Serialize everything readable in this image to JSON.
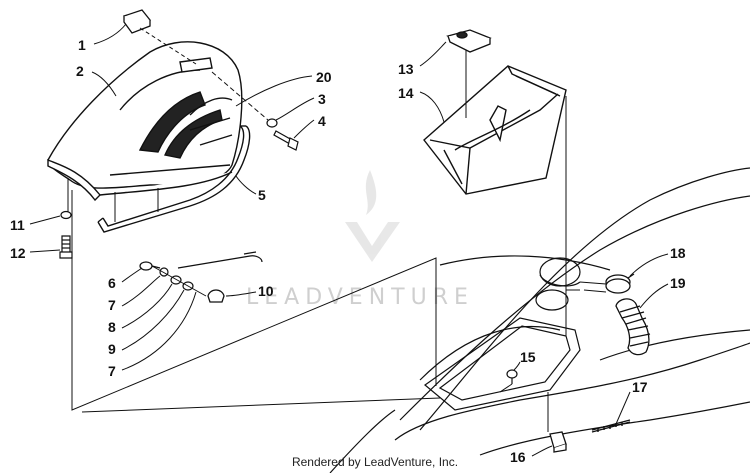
{
  "labels": {
    "l1": "1",
    "l2": "2",
    "l3": "3",
    "l4": "4",
    "l5": "5",
    "l6": "6",
    "l7a": "7",
    "l7b": "7",
    "l8": "8",
    "l9": "9",
    "l10": "10",
    "l11": "11",
    "l12": "12",
    "l13": "13",
    "l14": "14",
    "l15": "15",
    "l16": "16",
    "l17": "17",
    "l18": "18",
    "l19": "19",
    "l20": "20"
  },
  "watermark": {
    "text": "LEADVENTURE"
  },
  "footer": {
    "text": "Rendered by LeadVenture, Inc."
  },
  "colors": {
    "line": "#111111",
    "watermark": "#cfcfcf"
  }
}
